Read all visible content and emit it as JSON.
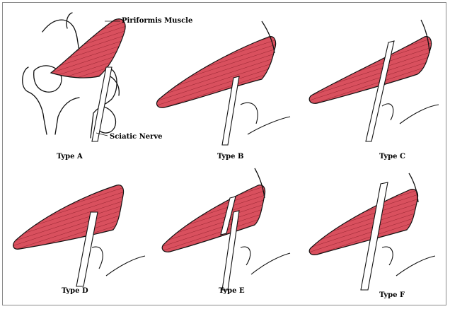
{
  "labels": {
    "piriformis": "Piriformis Muscle",
    "sciatic": "Sciatic Nerve"
  },
  "panels": [
    {
      "id": "A",
      "caption": "Type A"
    },
    {
      "id": "B",
      "caption": "Type B"
    },
    {
      "id": "C",
      "caption": "Type C"
    },
    {
      "id": "D",
      "caption": "Type D"
    },
    {
      "id": "E",
      "caption": "Type E"
    },
    {
      "id": "F",
      "caption": "Type F"
    }
  ],
  "colors": {
    "muscle": "#d9505e",
    "muscle_stripe": "#8f1f2b",
    "outline": "#111111",
    "nerve": "#ffffff",
    "frame_border": "#8a8a8a"
  }
}
